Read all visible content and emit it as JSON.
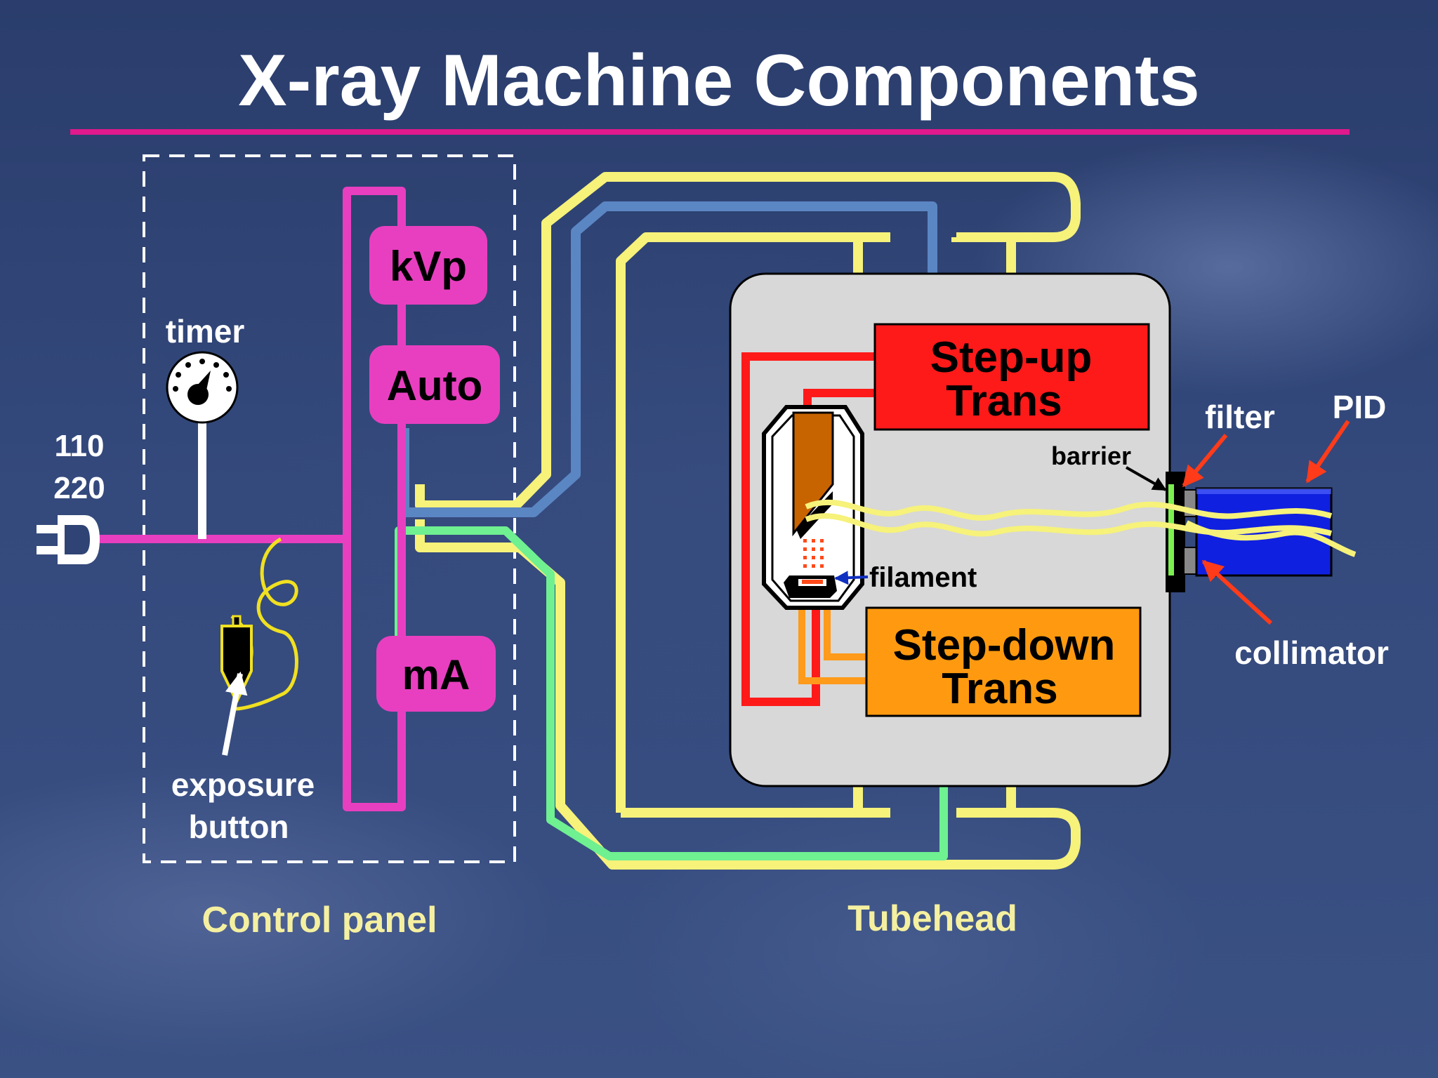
{
  "title": "X-ray Machine Components",
  "colors": {
    "title_rule": "#e0198c",
    "magenta_wire": "#e83fc0",
    "yellow_wire": "#f6f27a",
    "blue_wire": "#5b86c4",
    "green_wire": "#6ff091",
    "red_wire": "#ff1a1a",
    "orange_wire": "#ff9a1a",
    "tubehead_fill": "#d8d8d8",
    "stepup_fill": "#ff1a1a",
    "stepdown_fill": "#ff9a10",
    "pid_fill": "#1020e0"
  },
  "icons": [
    "plug-icon",
    "timer-dial-icon",
    "exposure-button-icon",
    "xray-tube-icon",
    "pid-cylinder-icon"
  ],
  "control_panel": {
    "label": "Control panel",
    "kvp_label": "kVp",
    "auto_label": "Auto",
    "ma_label": "mA",
    "timer_label": "timer",
    "exposure_label_line1": "exposure",
    "exposure_label_line2": "button",
    "voltage_line1": "110",
    "voltage_line2": "220"
  },
  "tubehead": {
    "label": "Tubehead",
    "stepup_line1": "Step-up",
    "stepup_line2": "Trans",
    "stepdown_line1": "Step-down",
    "stepdown_line2": "Trans",
    "filament_label": "filament",
    "barrier_label": "barrier",
    "filter_label": "filter",
    "pid_label": "PID",
    "collimator_label": "collimator"
  }
}
